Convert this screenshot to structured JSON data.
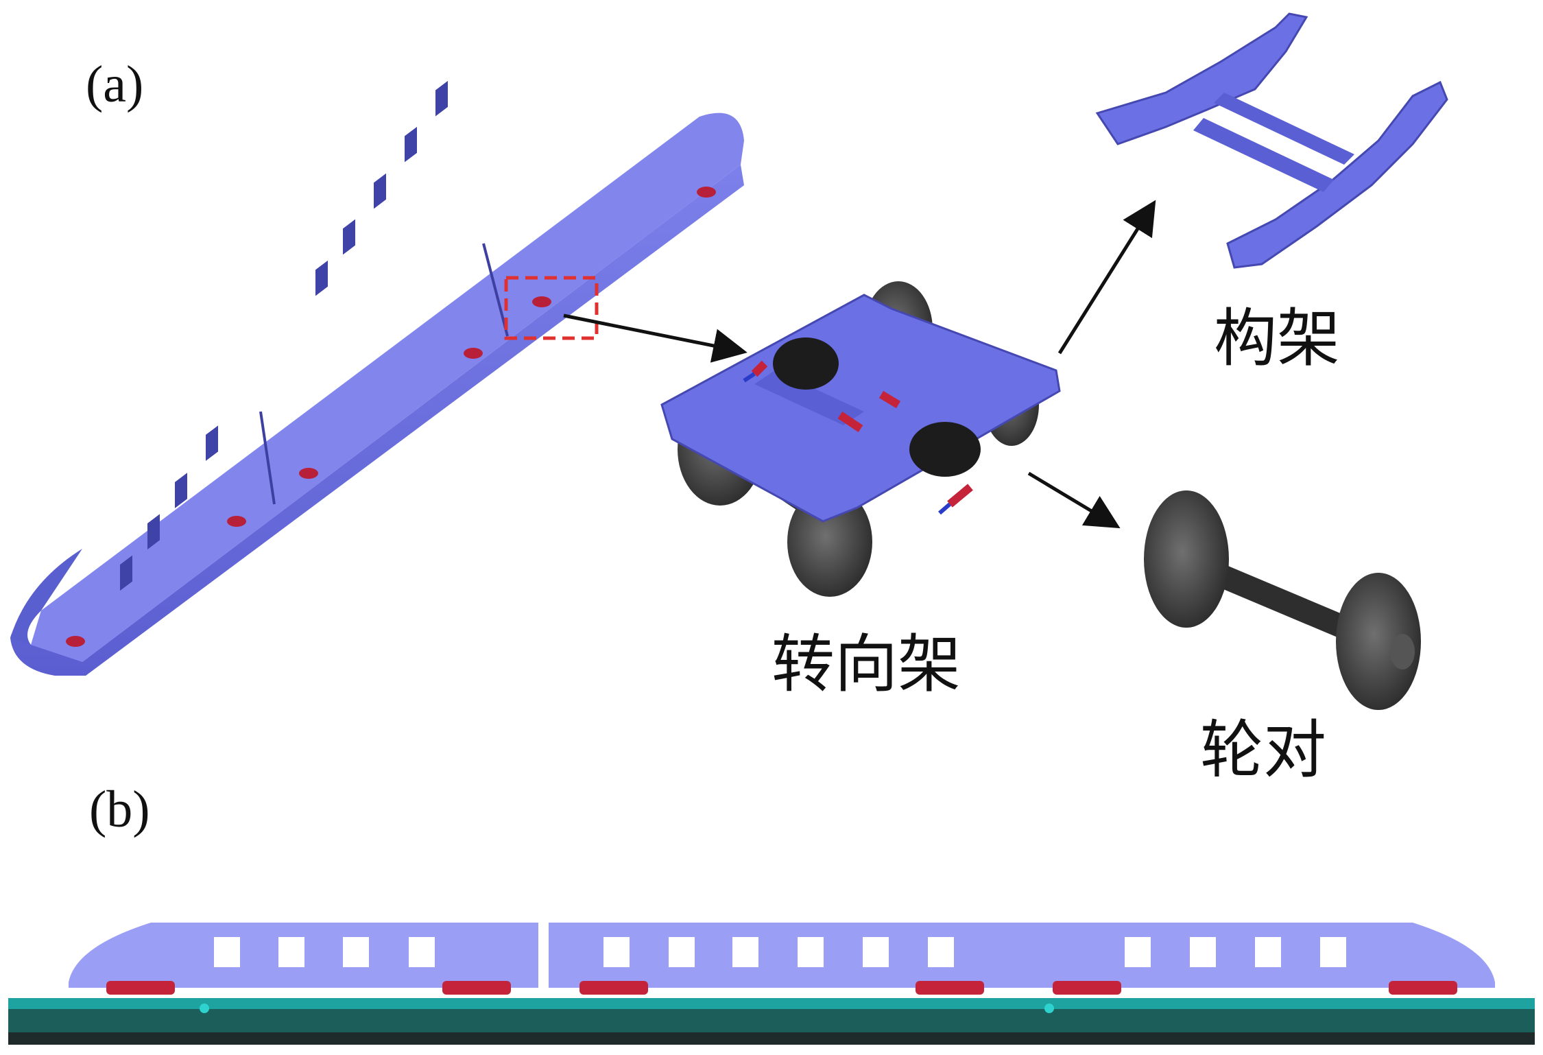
{
  "panels": {
    "a_label": "(a)",
    "b_label": "(b)"
  },
  "components": {
    "bogie_label": "转向架",
    "frame_label": "构架",
    "wheelset_label": "轮对"
  },
  "colors": {
    "car_body": "#6a6fe0",
    "car_body_dark": "#4b4fb8",
    "car_body_side": "#9a9ff5",
    "bogie_red": "#c4233a",
    "wheel": "#3c3c3c",
    "highlight_box": "#e03030",
    "track_teal": "#1fa3a0",
    "track_dark": "#1f2a2a"
  },
  "icons": {
    "highlight": "dashed-selection-box",
    "arrow": "arrow-right"
  }
}
